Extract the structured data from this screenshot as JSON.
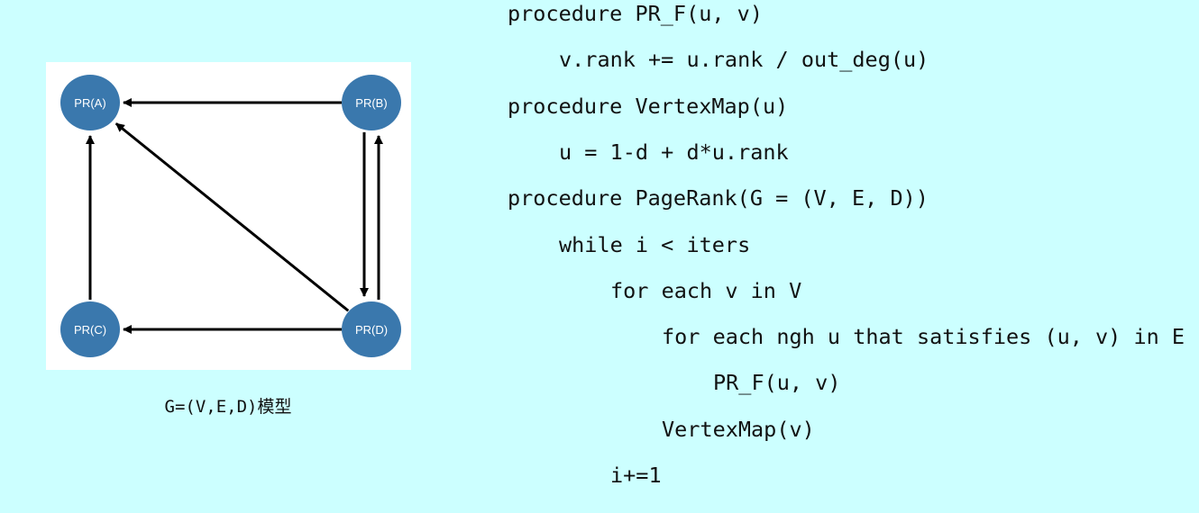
{
  "diagram": {
    "nodes": [
      {
        "id": "A",
        "label": "PR(A)"
      },
      {
        "id": "B",
        "label": "PR(B)"
      },
      {
        "id": "C",
        "label": "PR(C)"
      },
      {
        "id": "D",
        "label": "PR(D)"
      }
    ],
    "edges": [
      {
        "from": "B",
        "to": "A"
      },
      {
        "from": "C",
        "to": "A"
      },
      {
        "from": "D",
        "to": "A"
      },
      {
        "from": "D",
        "to": "C"
      },
      {
        "from": "D",
        "to": "B"
      },
      {
        "from": "B",
        "to": "D"
      }
    ],
    "node_color": "#3a78ad",
    "edge_color": "#000000",
    "caption": "G=(V,E,D)模型"
  },
  "code": {
    "lines": [
      {
        "indent": 0,
        "text": "procedure PR_F(u, v)"
      },
      {
        "indent": 1,
        "text": "v.rank += u.rank / out_deg(u)"
      },
      {
        "indent": 0,
        "text": "procedure VertexMap(u)"
      },
      {
        "indent": 1,
        "text": "u = 1-d + d*u.rank"
      },
      {
        "indent": 0,
        "text": "procedure PageRank(G = (V, E, D))"
      },
      {
        "indent": 1,
        "text": "while i < iters"
      },
      {
        "indent": 2,
        "text": "for each v in V"
      },
      {
        "indent": 3,
        "text": "for each ngh u that satisfies (u, v) in E"
      },
      {
        "indent": 4,
        "text": "PR_F(u, v)"
      },
      {
        "indent": 3,
        "text": "VertexMap(v)"
      },
      {
        "indent": 2,
        "text": "i+=1"
      }
    ]
  }
}
